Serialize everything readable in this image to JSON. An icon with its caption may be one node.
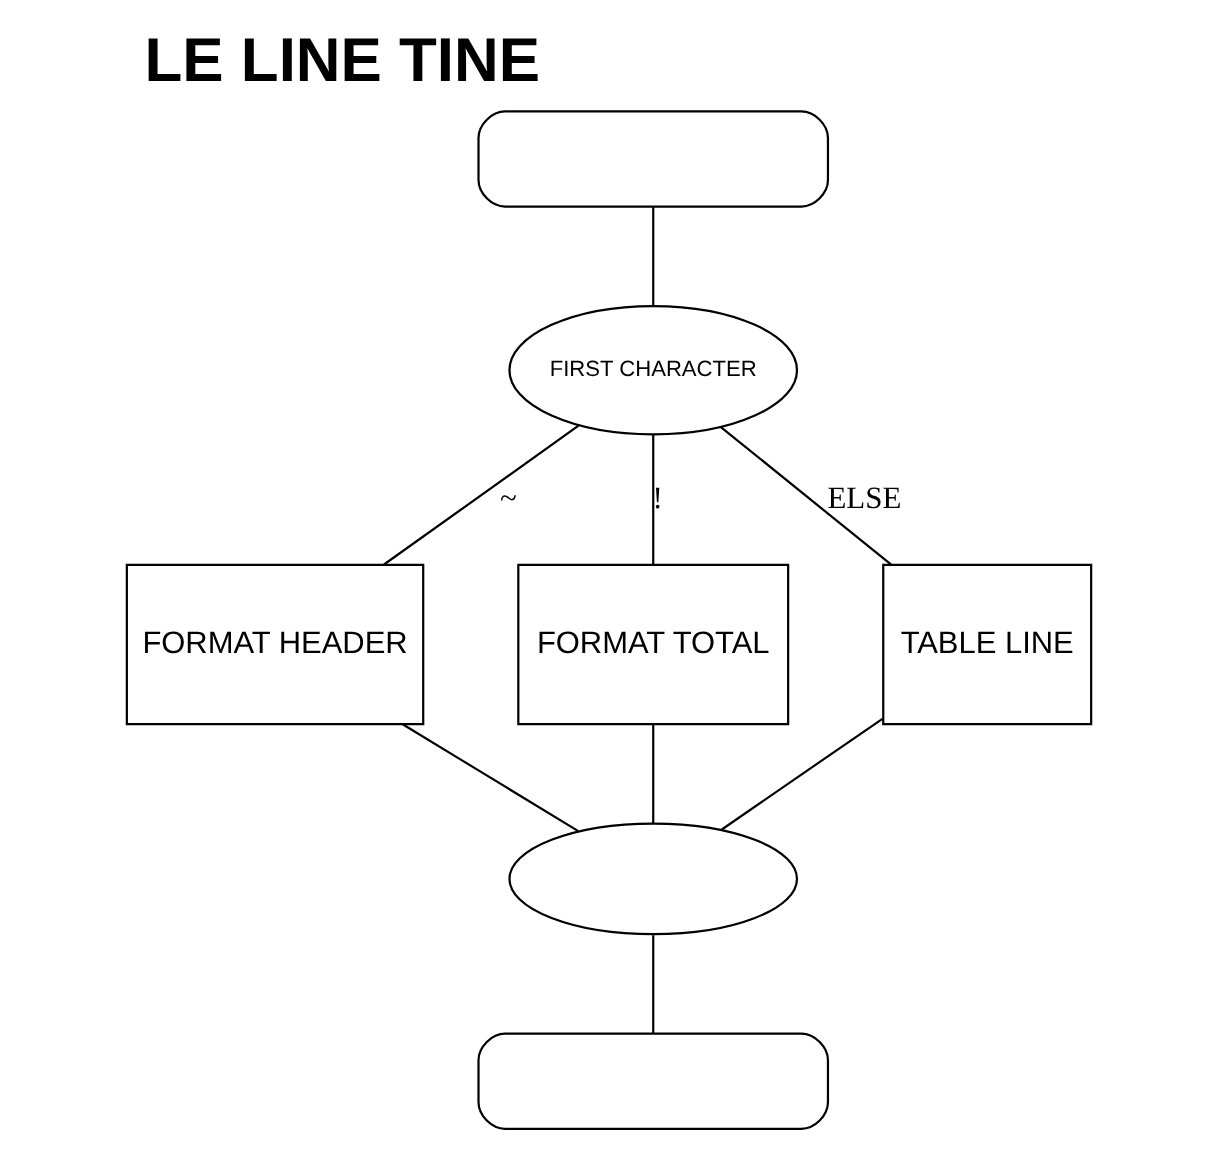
{
  "diagram": {
    "title": "LE LINE TINE",
    "nodes": [
      {
        "text": [],
        "shape": "box"
      },
      {
        "text": [
          "FIRST CHARACTER"
        ]
      },
      {
        "text": [
          "FORMAT HEADER"
        ]
      },
      {
        "text": [
          "FORMAT TOTAL"
        ]
      },
      {
        "text": [
          "TABLE LINE"
        ]
      },
      {
        "text": [],
        "shape": "semicircle"
      },
      {
        "text": [],
        "shape": "box"
      }
    ],
    "edges": [
      {
        "from": 0,
        "to": 1,
        "arrow": "none"
      },
      {
        "from": 1,
        "to": 2,
        "arrow": "none",
        "label": "~"
      },
      {
        "from": 1,
        "to": 3,
        "arrow": "none",
        "label": "!"
      },
      {
        "from": 1,
        "to": 4,
        "arrow": "none",
        "label": "ELSE"
      },
      {
        "from": 2,
        "to": 5,
        "arrow": "none"
      },
      {
        "from": 3,
        "to": 5,
        "arrow": "none"
      },
      {
        "from": 4,
        "to": 5,
        "arrow": "none"
      },
      {
        "from": 5,
        "to": 6,
        "arrow": "none"
      }
    ]
  }
}
